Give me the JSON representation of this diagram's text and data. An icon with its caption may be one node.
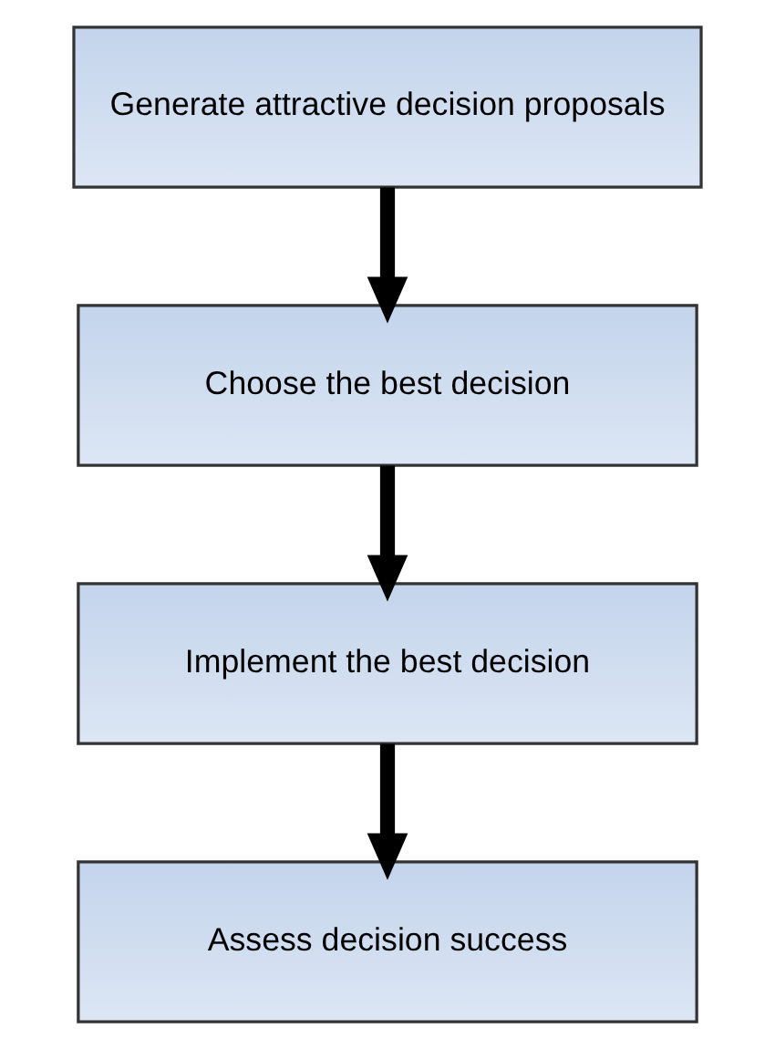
{
  "diagram": {
    "nodes": [
      {
        "text": [
          "Generate attractive decision proposals"
        ]
      },
      {
        "text": [
          "Choose the best decision"
        ]
      },
      {
        "text": [
          "Implement the best decision"
        ]
      },
      {
        "text": [
          "Assess decision success"
        ]
      }
    ],
    "edges": [
      {
        "from": 0,
        "to": 1,
        "arrow": "to"
      },
      {
        "from": 1,
        "to": 2,
        "arrow": "to"
      },
      {
        "from": 2,
        "to": 3,
        "arrow": "to"
      }
    ]
  }
}
